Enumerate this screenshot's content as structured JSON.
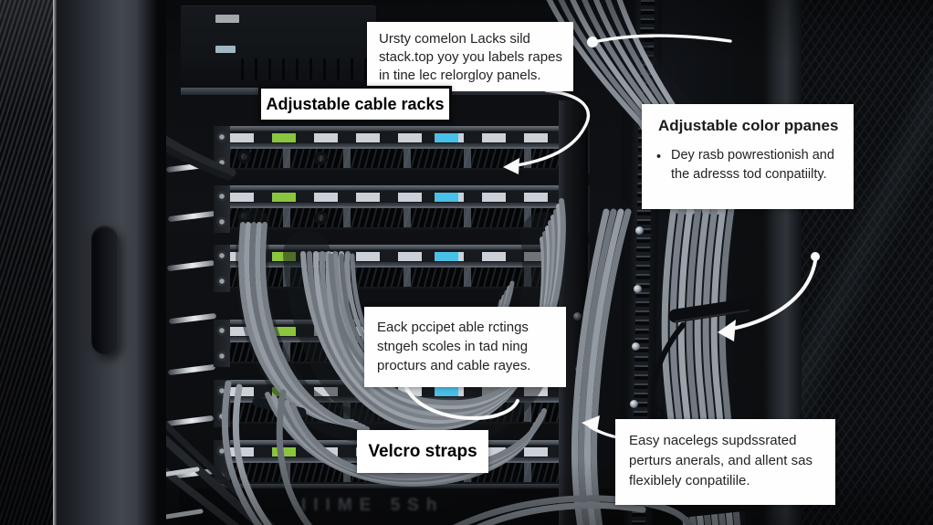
{
  "colors": {
    "callout_bg": "#ffffff",
    "callout_text": "#222326",
    "arrow": "#fafafa",
    "cable_gray": "#8d949c",
    "chip_green": "#8bc53f",
    "chip_cyan": "#49c0e8"
  },
  "callouts": {
    "top_note": {
      "lines": [
        "Ursty comelon Lacks sild",
        "stack.top yoy you labels rapes",
        "in tine lec relorgloy panels."
      ]
    },
    "cable_racks_label": {
      "text": "Adjustable cable racks"
    },
    "color_panels_note": {
      "title": "Adjustable color ppanes",
      "bullet_marker": "•",
      "bullet": "Dey rasb powrestionish and the adresss tod conpatiilty."
    },
    "mid_note": {
      "lines": [
        "Eack pccipet able rctings",
        "stngeh scoles in tad ning",
        "procturs and cable rayes."
      ]
    },
    "velcro_label": {
      "text": "Velcro straps"
    },
    "bottom_right_note": {
      "lines": [
        "Easy nacelegs supdssrated",
        "perturs anerals, and allent sas",
        "flexiblely conpatilile."
      ]
    }
  },
  "equipment": {
    "faint_text": "IIIME 5Sh"
  }
}
